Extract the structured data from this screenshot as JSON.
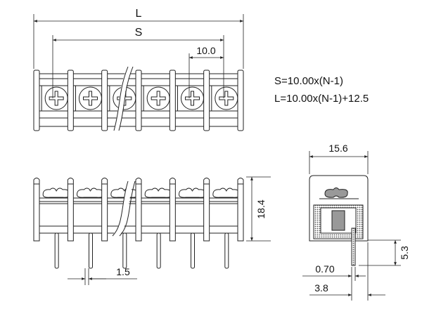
{
  "dimensions": {
    "L": "L",
    "S": "S",
    "pitch": "10.0",
    "height": "18.4",
    "pin_width": "1.5",
    "depth": "15.6",
    "pin_length": "5.3",
    "pin_thickness": "0.70",
    "pin_offset": "3.8"
  },
  "formulas": {
    "S": "S=10.00x(N-1)",
    "L": "L=10.00x(N-1)+12.5"
  },
  "positions": 6
}
